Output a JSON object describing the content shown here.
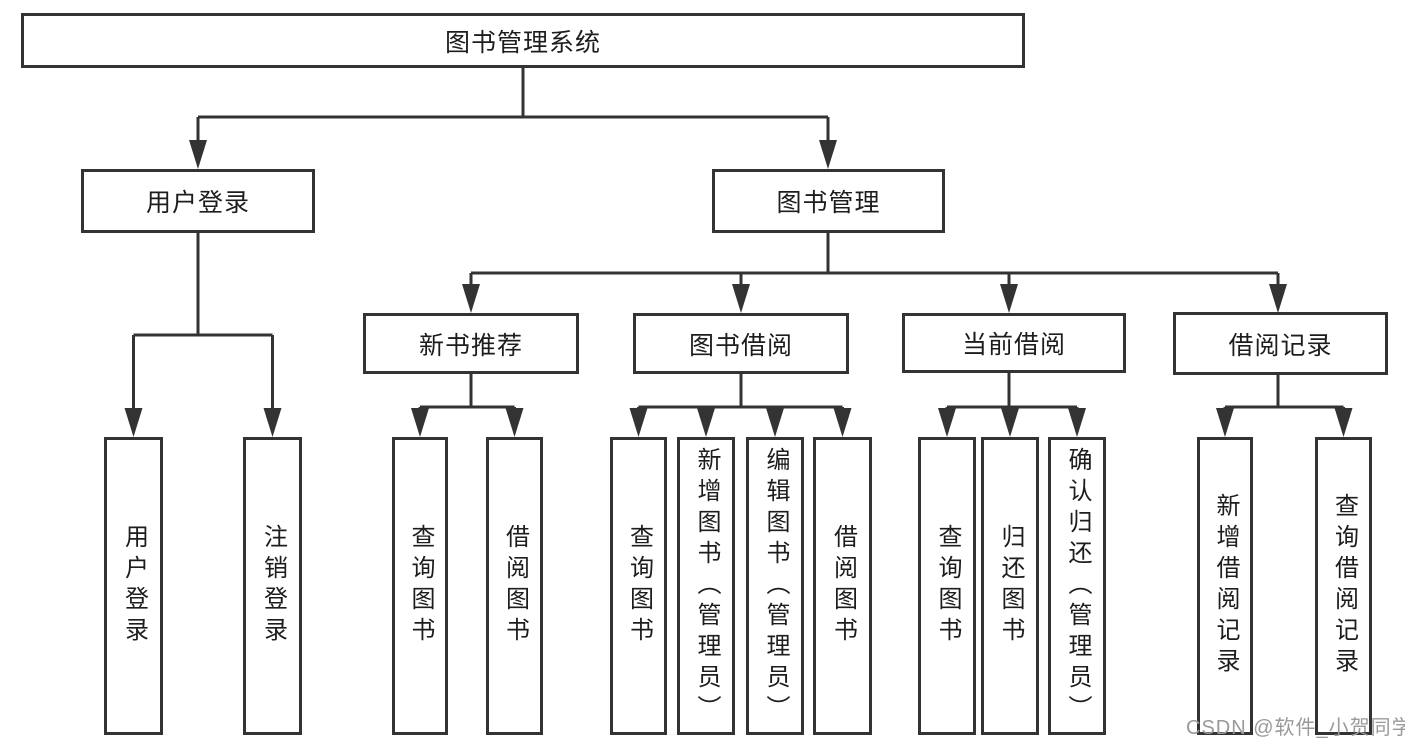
{
  "diagram_title": "图书管理系统",
  "tree": {
    "root": {
      "label": "图书管理系统"
    },
    "level2": [
      {
        "id": "user-login",
        "label": "用户登录"
      },
      {
        "id": "book-management",
        "label": "图书管理"
      }
    ],
    "level3": [
      {
        "id": "new-book-recommend",
        "label": "新书推荐",
        "parent": "图书管理"
      },
      {
        "id": "book-borrowing",
        "label": "图书借阅",
        "parent": "图书管理"
      },
      {
        "id": "current-borrowing",
        "label": "当前借阅",
        "parent": "图书管理"
      },
      {
        "id": "borrowing-records",
        "label": "借阅记录",
        "parent": "图书管理"
      }
    ],
    "leaves": [
      {
        "id": "leaf-user-login",
        "label": "用户登录",
        "parent": "用户登录"
      },
      {
        "id": "leaf-logout",
        "label": "注销登录",
        "parent": "用户登录"
      },
      {
        "id": "leaf-query-books-recommend",
        "label": "查询图书",
        "parent": "新书推荐"
      },
      {
        "id": "leaf-borrow-books-recommend",
        "label": "借阅图书",
        "parent": "新书推荐"
      },
      {
        "id": "leaf-query-books-borrowing",
        "label": "查询图书",
        "parent": "图书借阅"
      },
      {
        "id": "leaf-add-books-admin",
        "label": "新增图书（管理员）",
        "parent": "图书借阅"
      },
      {
        "id": "leaf-edit-books-admin",
        "label": "编辑图书（管理员）",
        "parent": "图书借阅"
      },
      {
        "id": "leaf-borrow-books-borrowing",
        "label": "借阅图书",
        "parent": "图书借阅"
      },
      {
        "id": "leaf-query-books-current",
        "label": "查询图书",
        "parent": "当前借阅"
      },
      {
        "id": "leaf-return-books",
        "label": "归还图书",
        "parent": "当前借阅"
      },
      {
        "id": "leaf-confirm-return-admin",
        "label": "确认归还（管理员）",
        "parent": "当前借阅"
      },
      {
        "id": "leaf-add-borrow-record",
        "label": "新增借阅记录",
        "parent": "借阅记录"
      },
      {
        "id": "leaf-query-borrow-record",
        "label": "查询借阅记录",
        "parent": "借阅记录"
      }
    ]
  },
  "watermark": {
    "text": "CSDN @软件_小贺同学"
  },
  "colors": {
    "line": "#333333",
    "box_border": "#333333",
    "text": "#1d1d1f",
    "watermark": "#9a9a9a",
    "background": "#ffffff"
  }
}
